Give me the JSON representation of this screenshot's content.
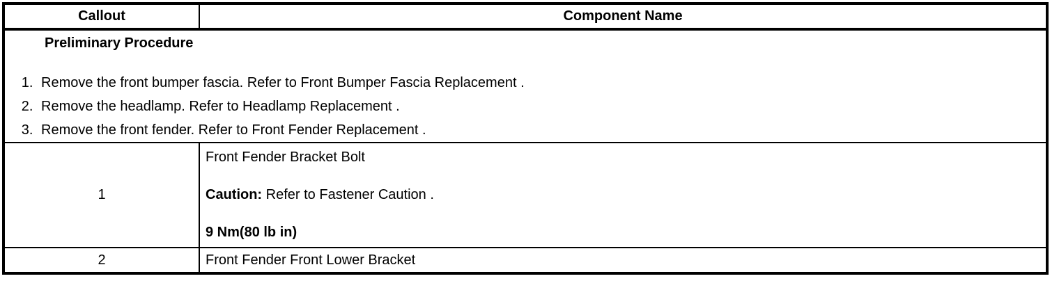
{
  "colors": {
    "border": "#000000",
    "text": "#000000",
    "background": "#ffffff"
  },
  "table": {
    "header": {
      "callout": "Callout",
      "component_name": "Component Name"
    },
    "preliminary": {
      "title": "Preliminary Procedure",
      "steps": [
        "Remove the front bumper fascia. Refer to Front Bumper Fascia Replacement .",
        "Remove the headlamp. Refer to Headlamp Replacement .",
        "Remove the front fender. Refer to Front Fender Replacement ."
      ]
    },
    "rows": [
      {
        "callout": "1",
        "name": "Front Fender Bracket Bolt",
        "caution_label": "Caution:",
        "caution_text": " Refer to Fastener Caution .",
        "torque": "9 Nm(80 lb in)"
      },
      {
        "callout": "2",
        "name": "Front Fender Front Lower Bracket"
      }
    ]
  }
}
